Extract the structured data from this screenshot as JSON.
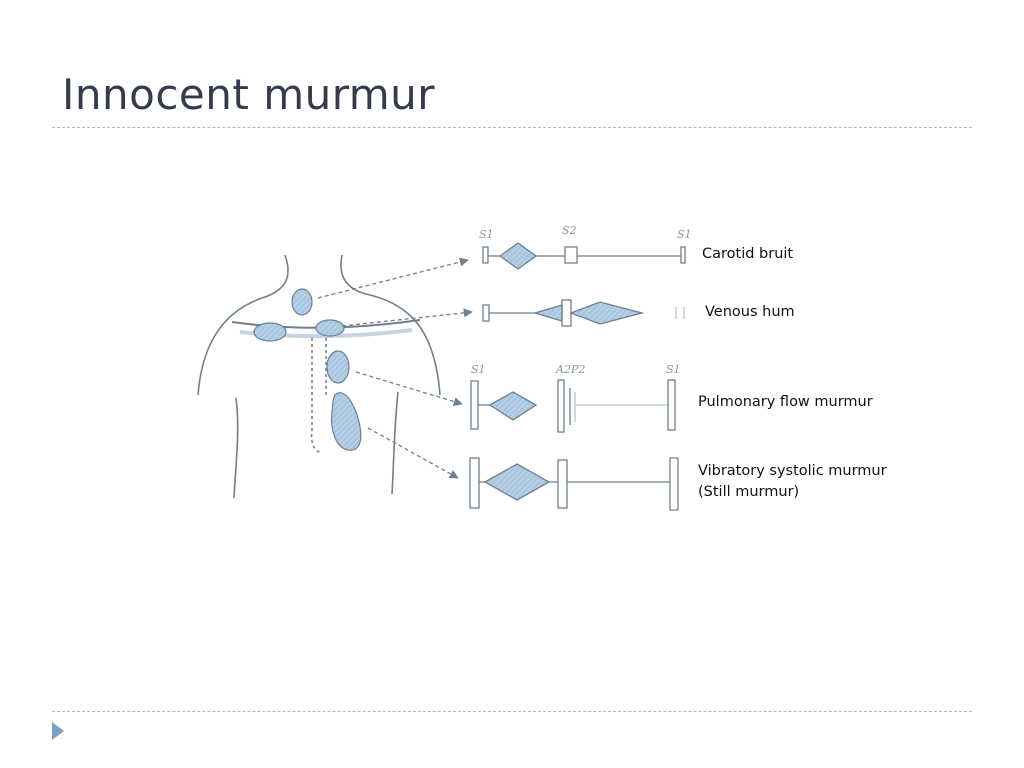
{
  "slide": {
    "title": "Innocent murmur"
  },
  "murmurs": [
    {
      "label": "Carotid bruit",
      "timing": {
        "start": "S1",
        "mid": "S2",
        "end": "S1"
      }
    },
    {
      "label": "Venous hum"
    },
    {
      "label": "Pulmonary flow murmur",
      "timing": {
        "start": "S1",
        "mid": "A2P2",
        "end": "S1"
      }
    },
    {
      "label_line1": "Vibratory systolic murmur",
      "label_line2": "(Still murmur)"
    }
  ],
  "colors": {
    "title": "#333b4d",
    "diagram_stroke": "#6f7f8f",
    "murmur_fill": "#a9c6e0",
    "rule": "#aab6c2",
    "bullet": "#7da1c4"
  }
}
